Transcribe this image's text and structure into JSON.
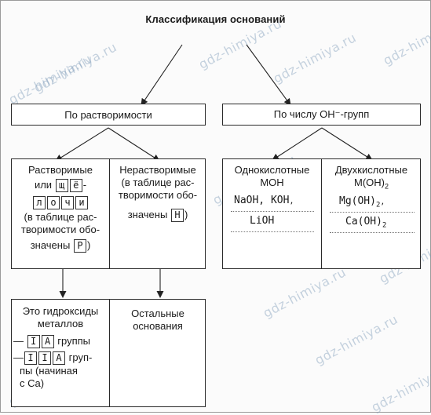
{
  "title": "Классификация оснований",
  "watermark": "gdz-himiya.ru",
  "solubility": {
    "header": "По растворимости",
    "soluble": {
      "heading": "Растворимые",
      "or": "или",
      "word_part1": [
        "щ",
        "ё"
      ],
      "hyphen": "-",
      "word_part2": [
        "л",
        "о",
        "ч",
        "и"
      ],
      "note_open": "(в таблице рас-",
      "note_mid": "творимости обо-",
      "note_end_prefix": "значены",
      "letter": "Р",
      "note_close": ")"
    },
    "insoluble": {
      "heading": "Нерастворимые",
      "note1": "(в таблице рас-",
      "note2": "творимости обо-",
      "note_prefix": "значены",
      "letter": "Н",
      "note_close": ")"
    },
    "hydroxides": {
      "line1": "Это гидроксиды",
      "line2": "металлов",
      "dash": "—",
      "group1_cells": [
        "I",
        "A"
      ],
      "group1_suffix": "группы",
      "group2_cells": [
        "I",
        "I",
        "A"
      ],
      "group2_suffix": "груп-",
      "line5": "пы (начиная",
      "line6": "с Ca)"
    },
    "others": {
      "line1": "Остальные",
      "line2": "основания"
    }
  },
  "oh_groups": {
    "header": "По числу OH⁻-групп",
    "monoacid": {
      "heading": "Однокислотные",
      "formula": "MOH",
      "answer1": "NaOH, KOH",
      "answer1_tail": ",",
      "answer2": "LiOH"
    },
    "diacid": {
      "heading": "Двухкислотные",
      "formula": "M(OH)",
      "formula_sub": "2",
      "answer1": "Mg(OH)",
      "answer1_sub": "2",
      "answer1_tail": ",",
      "answer2": "Ca(OH)",
      "answer2_sub": "2"
    }
  }
}
